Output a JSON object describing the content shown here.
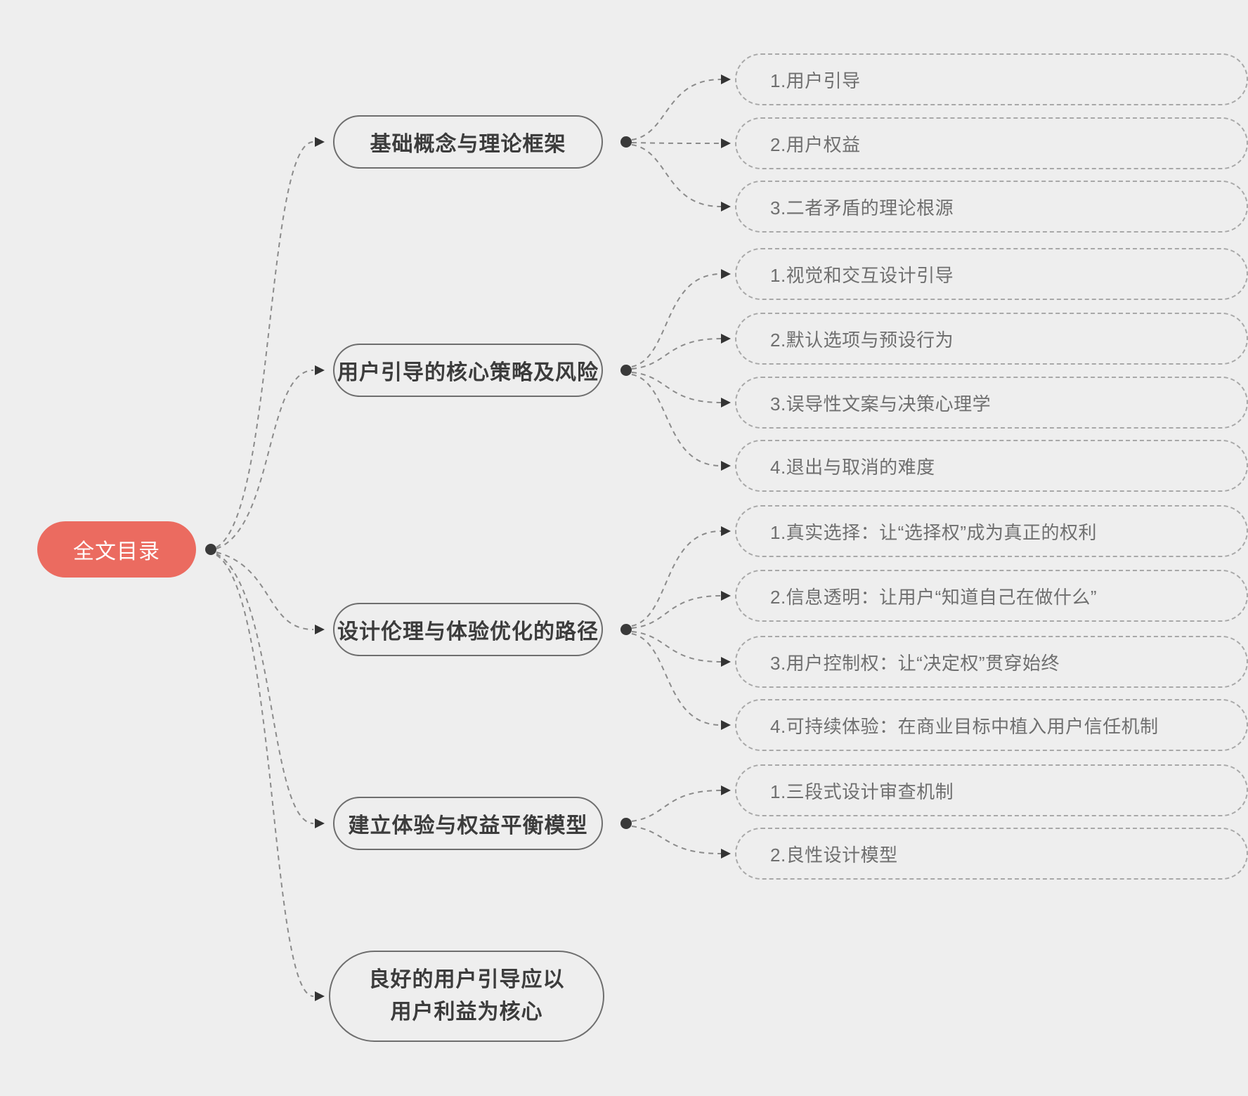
{
  "canvas": {
    "background_color": "#eeeeee"
  },
  "root": {
    "label": "全文目录",
    "fill_color": "#eb6b60",
    "text_color": "#ffffff"
  },
  "branches": [
    {
      "label": "基础概念与理论框架",
      "children": [
        "1.用户引导",
        "2.用户权益",
        "3.二者矛盾的理论根源"
      ]
    },
    {
      "label": "用户引导的核心策略及风险",
      "children": [
        "1.视觉和交互设计引导",
        "2.默认选项与预设行为",
        "3.误导性文案与决策心理学",
        "4.退出与取消的难度"
      ]
    },
    {
      "label": "设计伦理与体验优化的路径",
      "children": [
        "1.真实选择：让“选择权”成为真正的权利",
        "2.信息透明：让用户“知道自己在做什么”",
        "3.用户控制权：让“决定权”贯穿始终",
        "4.可持续体验：在商业目标中植入用户信任机制"
      ]
    },
    {
      "label": "建立体验与权益平衡模型",
      "children": [
        "1.三段式设计审查机制",
        "2.良性设计模型"
      ]
    },
    {
      "label": "良好的用户引导应以\n用户利益为核心",
      "children": []
    }
  ],
  "style": {
    "branch_border_color": "#6e6e6e",
    "branch_text_color": "#3c3c3c",
    "leaf_border_color": "#a8a8a8",
    "leaf_text_color": "#6f6f6f",
    "connector_color": "#8b8b8b",
    "dot_color": "#3a3a3a",
    "arrow_color": "#333333"
  }
}
